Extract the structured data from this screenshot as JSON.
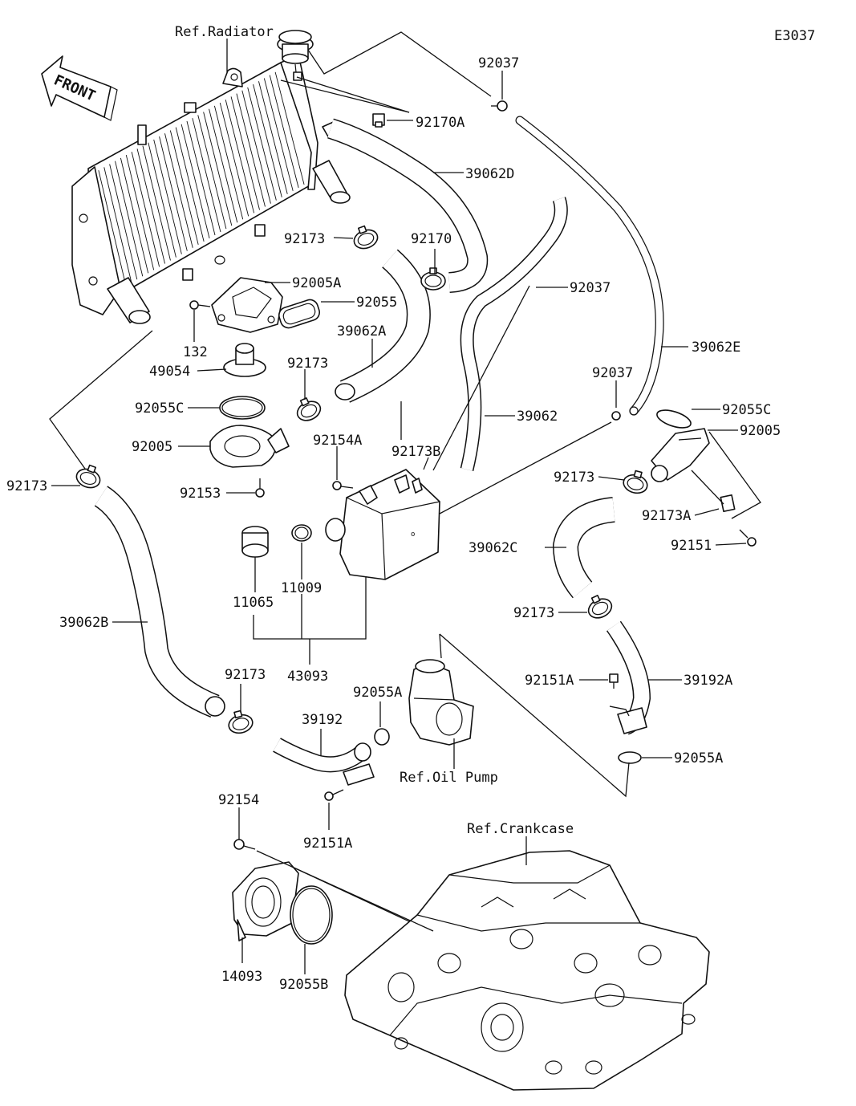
{
  "diagram_code": "E3037",
  "front_marker": "FRONT",
  "references": {
    "radiator": "Ref.Radiator",
    "oil_pump": "Ref.Oil Pump",
    "crankcase": "Ref.Crankcase"
  },
  "part_labels": {
    "p92170A": "92170A",
    "p92037_top": "92037",
    "p39062D": "39062D",
    "p92173_upper": "92173",
    "p92170": "92170",
    "p92005A": "92005A",
    "p92055": "92055",
    "p92037_mid": "92037",
    "p132": "132",
    "p39062A": "39062A",
    "p39062E": "39062E",
    "p49054": "49054",
    "p92173_clamp": "92173",
    "p92037_right": "92037",
    "p92055C_left": "92055C",
    "p39062": "39062",
    "p92055C_right": "92055C",
    "p92173B": "92173B",
    "p92005_right": "92005",
    "p92005_left": "92005",
    "p92154A": "92154A",
    "p92173_left": "92173",
    "p92153": "92153",
    "p92173_right": "92173",
    "p92173A": "92173A",
    "p92151": "92151",
    "p39062C": "39062C",
    "p11065": "11065",
    "p11009": "11009",
    "p92173_lowright": "92173",
    "p39062B": "39062B",
    "p43093": "43093",
    "p92173_lowleft": "92173",
    "p92151A_right": "92151A",
    "p39192A": "39192A",
    "p92055A_top": "92055A",
    "p39192": "39192",
    "p92055A_right": "92055A",
    "p92154": "92154",
    "p92151A_low": "92151A",
    "p14093": "14093",
    "p92055B": "92055B"
  }
}
